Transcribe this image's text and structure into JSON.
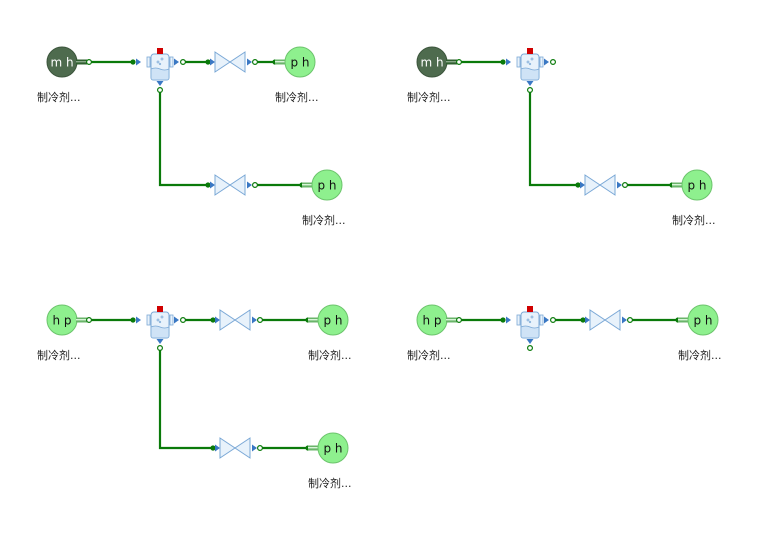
{
  "colors": {
    "pipe": "#0a7a0a",
    "port_filled": "#0a7a0a",
    "arrow": "#3a78c4",
    "component_fill": "#e8f2fb",
    "component_stroke": "#7aa8d6",
    "source_dark": "#4e6b4e",
    "source_light": "#8ef08e",
    "sink": "#8ef08e",
    "receiver_top": "#d00000"
  },
  "diagrams": [
    {
      "id": "d1",
      "source": {
        "label": "m h",
        "style": "dark",
        "caption": "制冷剂..."
      },
      "main_outlet": {
        "valve": true,
        "sink": {
          "label": "p h",
          "caption": "制冷剂..."
        }
      },
      "bottom_outlet": {
        "valve": true,
        "sink": {
          "label": "p h",
          "caption": "制冷剂..."
        }
      }
    },
    {
      "id": "d2",
      "source": {
        "label": "m h",
        "style": "dark",
        "caption": "制冷剂..."
      },
      "main_outlet": null,
      "bottom_outlet": {
        "valve": true,
        "sink": {
          "label": "p h",
          "caption": "制冷剂..."
        }
      }
    },
    {
      "id": "d3",
      "source": {
        "label": "h p",
        "style": "light",
        "caption": "制冷剂..."
      },
      "main_outlet": {
        "valve": true,
        "sink": {
          "label": "p h",
          "caption": "制冷剂..."
        }
      },
      "bottom_outlet": {
        "valve": true,
        "sink": {
          "label": "p h",
          "caption": "制冷剂..."
        }
      }
    },
    {
      "id": "d4",
      "source": {
        "label": "h p",
        "style": "light",
        "caption": "制冷剂..."
      },
      "main_outlet": {
        "valve": true,
        "sink": {
          "label": "p h",
          "caption": "制冷剂..."
        }
      },
      "bottom_outlet": null
    }
  ]
}
